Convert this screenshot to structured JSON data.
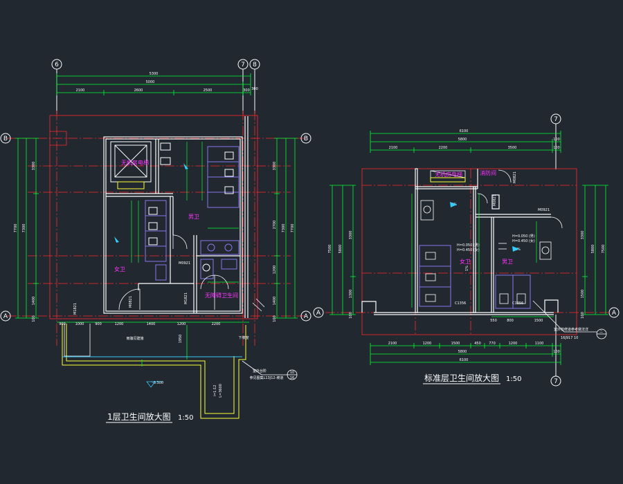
{
  "colors": {
    "background": "#212830",
    "wall": "#ffffff",
    "axis": "#ff2a2a",
    "dimension": "#00ff33",
    "bubble": "#ffffff",
    "magenta": "#ff33ff",
    "fixture": "#8877ee",
    "cyan": "#33ccff",
    "yellow": "#ffff33",
    "gray": "#9aa3ad"
  },
  "plan1": {
    "title": "1层卫生间放大图",
    "scale": "1:50",
    "grid_top": [
      "6",
      "7",
      "8"
    ],
    "grid_side": [
      "B",
      "A"
    ],
    "dims_top": {
      "overall": "5300",
      "sub": "5000",
      "parts": [
        "2100",
        "2600",
        "2500",
        "300"
      ],
      "right_small": "300"
    },
    "dims_left": {
      "outer": "7700",
      "inner": "7300",
      "parts": [
        "3300",
        "1400",
        "100"
      ]
    },
    "dims_right": {
      "outer": "7700",
      "inner": "7300",
      "parts": [
        "3300",
        "2700",
        "1200",
        "1400",
        "100"
      ]
    },
    "dims_bottom": [
      "900",
      "1000",
      "900",
      "1200",
      "1400",
      "1200",
      "2200"
    ],
    "rooms": [
      "无机房电梯",
      "男卫",
      "女卫",
      "无障碍卫生间"
    ],
    "tags": [
      "M0921",
      "M0821",
      "M1821",
      "M1821"
    ],
    "annotations": [
      "雨篷见建施",
      "1950",
      "下坡度",
      "-0.300",
      "i=1:12",
      "L=3600"
    ],
    "detail_note": [
      "室外台阶",
      "参见图集L13J12-坡道"
    ],
    "detail_ref": [
      "10",
      "16"
    ]
  },
  "plan2": {
    "title": "标准层卫生间放大图",
    "scale": "1:50",
    "grid_top": [
      "7"
    ],
    "grid_side": [
      "A"
    ],
    "dims_top": {
      "overall": "6100",
      "sub": "5800",
      "parts": [
        "2100",
        "2200",
        "3500",
        "100"
      ],
      "right_small": "100"
    },
    "dims_left": {
      "outer": "7500",
      "inner": "5800",
      "parts": [
        "3300",
        "1300",
        "100"
      ]
    },
    "dims_right": {
      "outer": "7500",
      "inner": "5800",
      "parts": [
        "3300",
        "1500",
        "100"
      ]
    },
    "dims_bottom_inner": [
      "550",
      "800",
      "1500"
    ],
    "dims_bottom": [
      "2100",
      "1200",
      "1500",
      "450",
      "770",
      "1200",
      "1100",
      "100"
    ],
    "dims_bottom_total": [
      "5800",
      "6100"
    ],
    "rooms": [
      "无机房电梯",
      "消防间",
      "女卫",
      "男卫"
    ],
    "tags": [
      "M0821",
      "C1356",
      "C1356",
      "M0921",
      "M0821"
    ],
    "heights": [
      "H=0.050 (男)",
      "H=0.450 (女)",
      "H=0.050 (男)",
      "H=0.450 (女)"
    ],
    "slope": [
      "1%",
      "1%",
      "1%"
    ],
    "callout": [
      "室外检修道参考做法详",
      "16J917  10"
    ],
    "detail_ref": [
      "二"
    ]
  }
}
